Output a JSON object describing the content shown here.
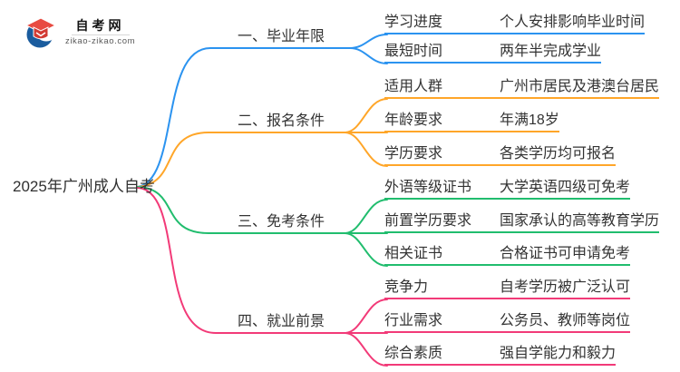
{
  "logo": {
    "title": "自考网",
    "domain": "zikao-zikao.com",
    "icon": "graduation-cap-icon",
    "cap_top_color": "#e84b42",
    "cap_body_color": "#d23a33",
    "swoosh_color": "#1a5c9e"
  },
  "root": {
    "label": "2025年广州成人自考"
  },
  "branches": [
    {
      "label": "一、毕业年限",
      "color": "#2b93f0",
      "children": [
        {
          "label": "学习进度",
          "value": "个人安排影响毕业时间"
        },
        {
          "label": "最短时间",
          "value": "两年半完成学业"
        }
      ]
    },
    {
      "label": "二、报名条件",
      "color": "#ffa629",
      "children": [
        {
          "label": "适用人群",
          "value": "广州市居民及港澳台居民"
        },
        {
          "label": "年龄要求",
          "value": "年满18岁"
        },
        {
          "label": "学历要求",
          "value": "各类学历均可报名"
        }
      ]
    },
    {
      "label": "三、免考条件",
      "color": "#21bd6e",
      "children": [
        {
          "label": "外语等级证书",
          "value": "大学英语四级可免考"
        },
        {
          "label": "前置学历要求",
          "value": "国家承认的高等教育学历"
        },
        {
          "label": "相关证书",
          "value": "合格证书可申请免考"
        }
      ]
    },
    {
      "label": "四、就业前景",
      "color": "#f23a78",
      "children": [
        {
          "label": "竞争力",
          "value": "自考学历被广泛认可"
        },
        {
          "label": "行业需求",
          "value": "公务员、教师等岗位"
        },
        {
          "label": "综合素质",
          "value": "强自学能力和毅力"
        }
      ]
    }
  ]
}
